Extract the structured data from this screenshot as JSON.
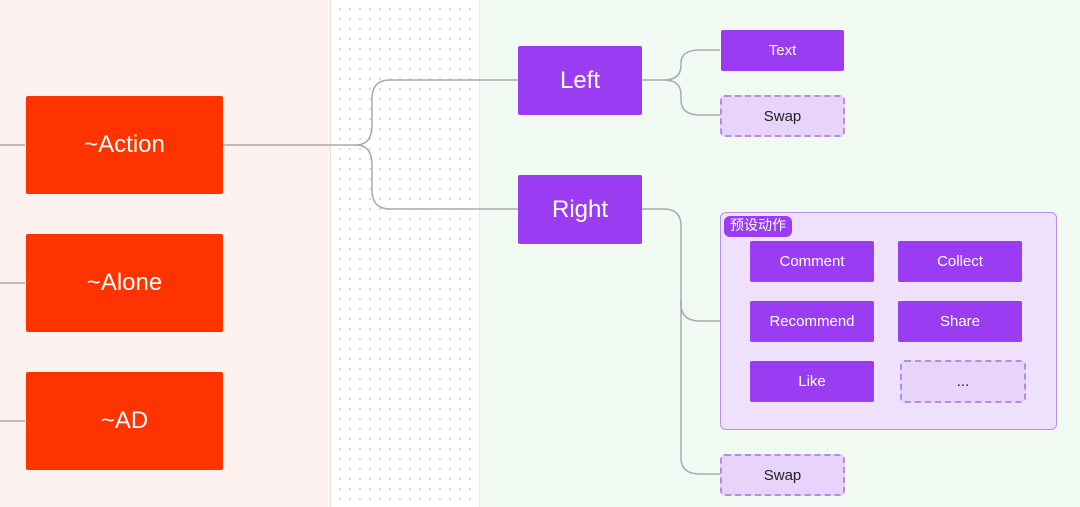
{
  "tags": {
    "action": "~Action",
    "alone": "~Alone",
    "ad": "~AD"
  },
  "branches": {
    "left": "Left",
    "right": "Right"
  },
  "left_children": {
    "text": "Text",
    "swap": "Swap"
  },
  "right_children": {
    "group_title": "预设动作",
    "actions": [
      "Comment",
      "Collect",
      "Recommend",
      "Share",
      "Like",
      "..."
    ],
    "swap": "Swap"
  },
  "colors": {
    "tag": "#ff3300",
    "action": "#9a3cf2",
    "placeholder": "#e8d4fb",
    "connector": "#aaaaaa"
  }
}
